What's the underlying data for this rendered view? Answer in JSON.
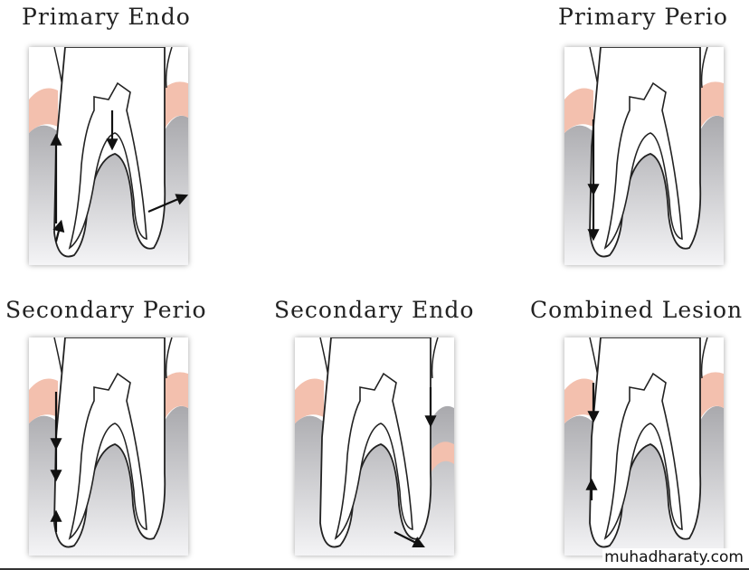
{
  "titles": {
    "primary_endo": "Primary Endo",
    "primary_perio": "Primary Perio",
    "secondary_perio": "Secondary Perio",
    "secondary_endo": "Secondary Endo",
    "combined_lesion": "Combined Lesion"
  },
  "watermark": "muhadharaty.com",
  "colors": {
    "gum": "#f3c0ae",
    "bone": "#a9a9ad",
    "outline": "#222222"
  }
}
